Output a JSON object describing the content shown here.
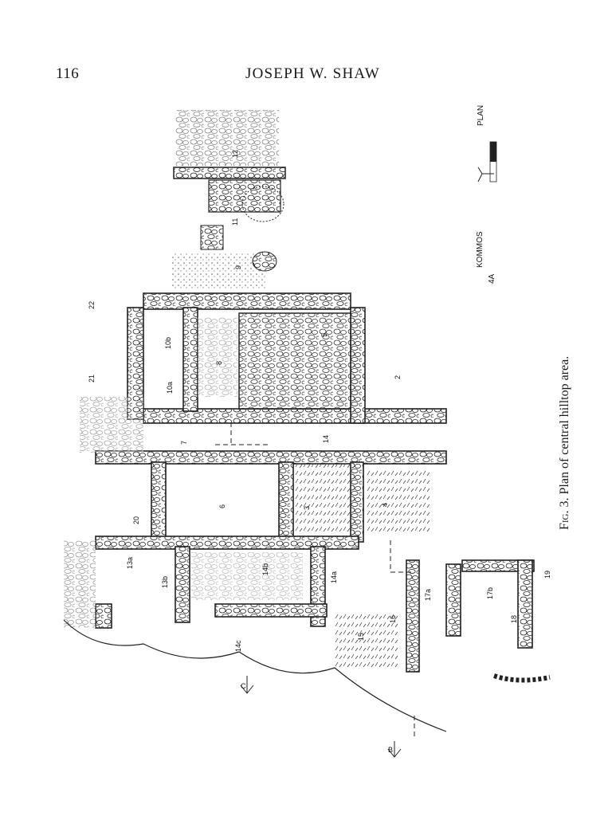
{
  "header": {
    "page_number": "116",
    "running_head": "JOSEPH W. SHAW"
  },
  "figure": {
    "caption_label": "Fig. 3.",
    "caption_text": "Plan of central hilltop area.",
    "title": "KOMMOS",
    "subtitle": "4A",
    "scale_label": "PLAN",
    "section_marker_b": "B",
    "section_marker_c": "C",
    "room_labels": [
      "22",
      "21",
      "10b",
      "10a",
      "8",
      "5",
      "2",
      "7",
      "14",
      "6",
      "4",
      "3",
      "20",
      "13a",
      "13b",
      "14b",
      "14c",
      "14a",
      "15",
      "16",
      "17a",
      "17b",
      "18",
      "19",
      "12",
      "11",
      "9"
    ]
  },
  "colors": {
    "ink": "#1a1a1a",
    "paper": "#ffffff"
  }
}
